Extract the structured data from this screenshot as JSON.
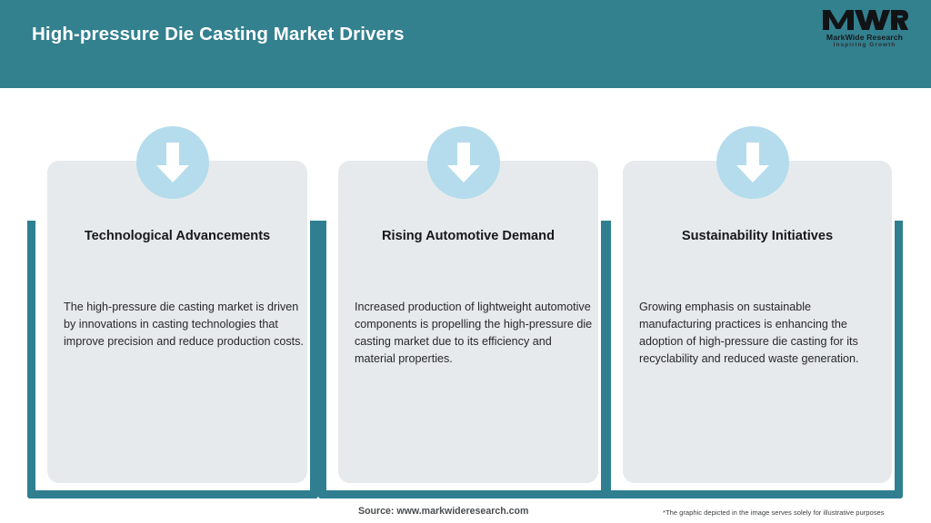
{
  "header": {
    "title": "High-pressure Die Casting Market Drivers",
    "background_color": "#33808f",
    "title_color": "#ffffff"
  },
  "logo": {
    "mark": "MWR",
    "name": "MarkWide Research",
    "tagline": "Inspiring Growth"
  },
  "theme": {
    "accent_teal": "#2f7f91",
    "card_background": "#e7eaec",
    "icon_circle": "#b4dced",
    "arrow_color": "#ffffff",
    "page_background": "#ffffff"
  },
  "cards": [
    {
      "icon": "arrow-down-icon",
      "title": "Technological Advancements",
      "body": "The high-pressure die casting market is driven by innovations in casting technologies that improve precision and reduce production costs."
    },
    {
      "icon": "arrow-down-icon",
      "title": "Rising Automotive Demand",
      "body": "Increased production of lightweight automotive components is propelling the high-pressure die casting market due to its efficiency and material properties."
    },
    {
      "icon": "arrow-down-icon",
      "title": "Sustainability Initiatives",
      "body": "Growing emphasis on sustainable manufacturing practices is enhancing the adoption of high-pressure die casting for its recyclability and reduced waste generation."
    }
  ],
  "footer": {
    "source": "Source: www.markwideresearch.com",
    "disclaimer": "*The graphic depicted in the image serves solely for illustrative purposes"
  }
}
